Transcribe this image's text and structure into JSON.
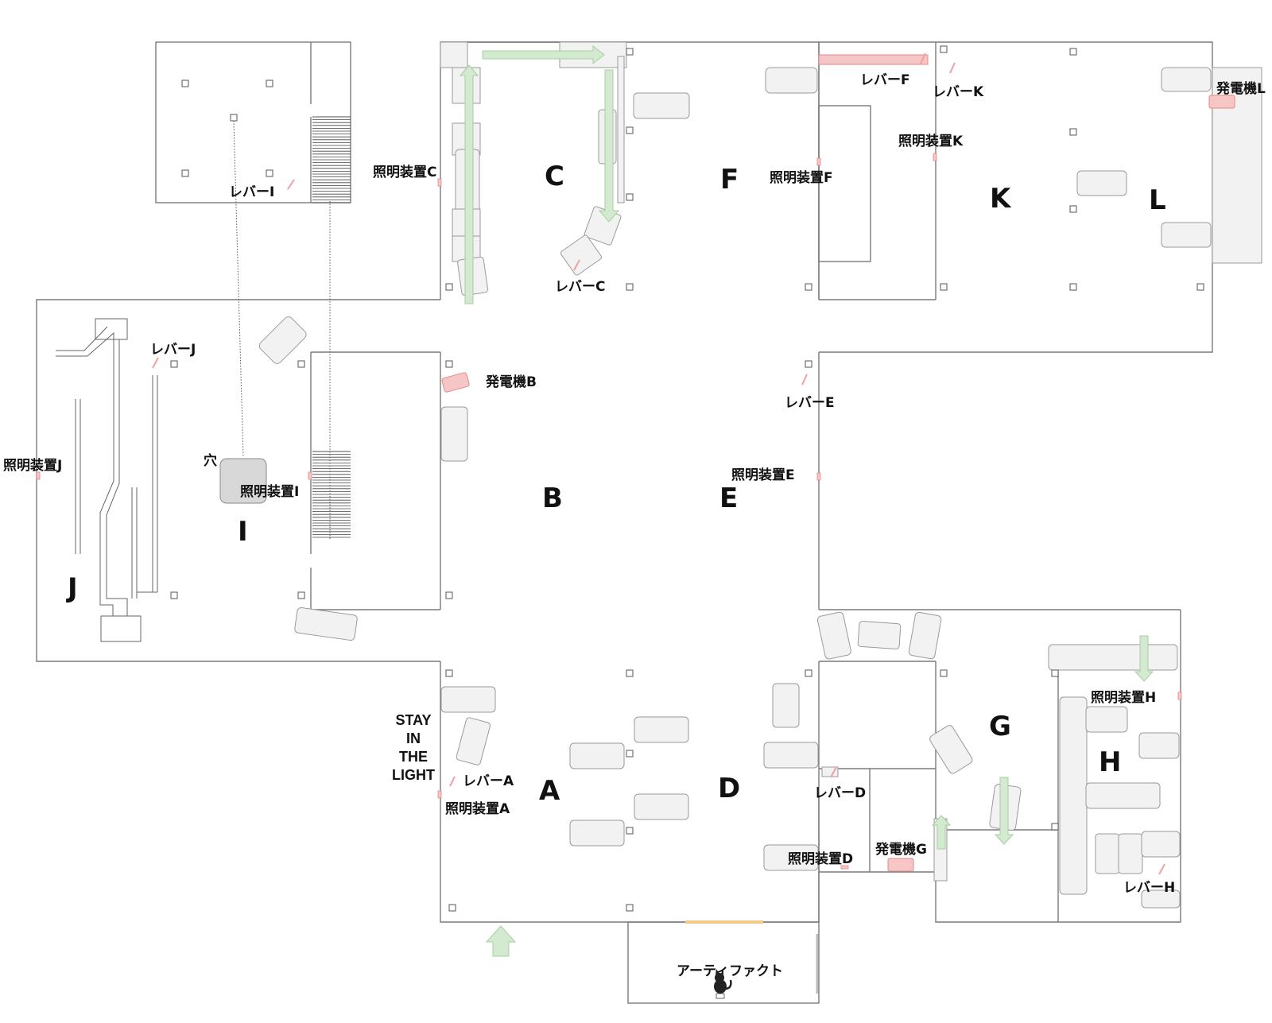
{
  "rooms": {
    "A": "A",
    "B": "B",
    "C": "C",
    "D": "D",
    "E": "E",
    "F": "F",
    "G": "G",
    "H": "H",
    "I": "I",
    "J": "J",
    "K": "K",
    "L": "L"
  },
  "labels": {
    "lever_a": "レバーA",
    "lever_c": "レバーC",
    "lever_d": "レバーD",
    "lever_e": "レバーE",
    "lever_f": "レバーF",
    "lever_h": "レバーH",
    "lever_i": "レバーI",
    "lever_j": "レバーJ",
    "lever_k": "レバーK",
    "light_a": "照明装置A",
    "light_c": "照明装置C",
    "light_d": "照明装置D",
    "light_e": "照明装置E",
    "light_f": "照明装置F",
    "light_h": "照明装置H",
    "light_i": "照明装置I",
    "light_j": "照明装置J",
    "light_k": "照明装置K",
    "gen_b": "発電機B",
    "gen_g": "発電機G",
    "gen_l": "発電機L",
    "hole": "穴",
    "artifact": "アーティファクト"
  },
  "sign": [
    "STAY",
    "IN",
    "THE",
    "LIGHT"
  ],
  "colors": {
    "wall": "#7a7a7a",
    "furniture": "#f2f2f2",
    "lever": "#f0a0a0",
    "generator": "#f6c6c6",
    "direction_arrow": "#d4ead0",
    "artifact_door": "#f3c98a"
  },
  "icons": {
    "artifact": "cat-icon",
    "entrance": "entrance-arrow-icon"
  }
}
